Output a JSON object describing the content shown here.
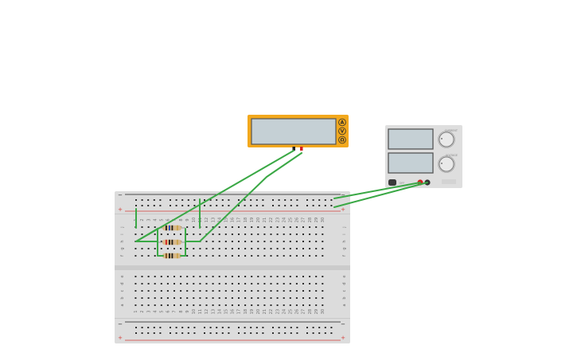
{
  "canvas": {
    "background": "#ffffff"
  },
  "breadboard": {
    "body_color": "#dcdcdc",
    "hole_color": "#2e2e2e",
    "rail_plus_color": "#d43f3a",
    "rail_minus_color": "#1e1e1e",
    "rail_plus_symbol": "+",
    "rail_minus_symbol": "−",
    "column_numbers": [
      "1",
      "2",
      "3",
      "4",
      "5",
      "6",
      "7",
      "8",
      "9",
      "10",
      "11",
      "12",
      "13",
      "14",
      "15",
      "16",
      "17",
      "18",
      "19",
      "20",
      "21",
      "22",
      "23",
      "24",
      "25",
      "26",
      "27",
      "28",
      "29",
      "30"
    ],
    "top_row_letters": [
      "j",
      "i",
      "h",
      "g",
      "f"
    ],
    "bottom_row_letters": [
      "e",
      "d",
      "c",
      "b",
      "a"
    ]
  },
  "multimeter": {
    "body_color": "#f2a81d",
    "screen_color": "#c5d0d5",
    "modes": [
      "A",
      "V",
      "Ω"
    ],
    "probe_colors": [
      "#222222",
      "#d42020"
    ]
  },
  "power_supply": {
    "body_color": "#dedede",
    "screen_color": "#c5d0d5",
    "knob_labels": [
      "CURRENT",
      "VOLTAGE"
    ],
    "power_label": "OFF",
    "terminal_colors": [
      "#d42020",
      "#333333"
    ]
  },
  "resistors": [
    {
      "bands": [
        "#1a1a1a",
        "#1f44c9",
        "#1a1a1a",
        "#c9a34a"
      ]
    },
    {
      "bands": [
        "#d42020",
        "#1a1a1a",
        "#1a1a1a",
        "#c9a34a"
      ]
    },
    {
      "bands": [
        "#7a4a1a",
        "#1a1a1a",
        "#1a1a1a",
        "#c9a34a"
      ]
    }
  ],
  "wire_color": "#3aa845"
}
